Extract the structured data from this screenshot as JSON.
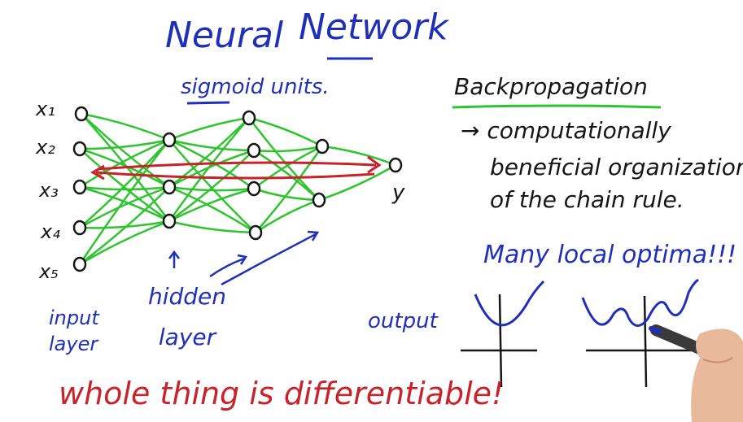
{
  "title": {
    "word1": "Neural",
    "word2": "Network"
  },
  "network": {
    "hidden_label": "sigmoid units.",
    "inputs": [
      "x₁",
      "x₂",
      "x₃",
      "x₄",
      "x₅"
    ],
    "output_symbol": "y",
    "input_layer_label": "input layer",
    "hidden_layer_label": "hidden layer",
    "output_layer_label": "output",
    "footer_note": "whole thing is differentiable!"
  },
  "backprop": {
    "heading": "Backpropagation",
    "line1": "→ computationally",
    "line2": "beneficial organization",
    "line3": "of the chain rule."
  },
  "optima": {
    "caption": "Many local optima!!!"
  },
  "colors": {
    "ink_blue": "#1f2fb8",
    "ink_black": "#161616",
    "ink_green": "#2fc42f",
    "ink_red": "#c8222a",
    "background": "#ffffff"
  }
}
